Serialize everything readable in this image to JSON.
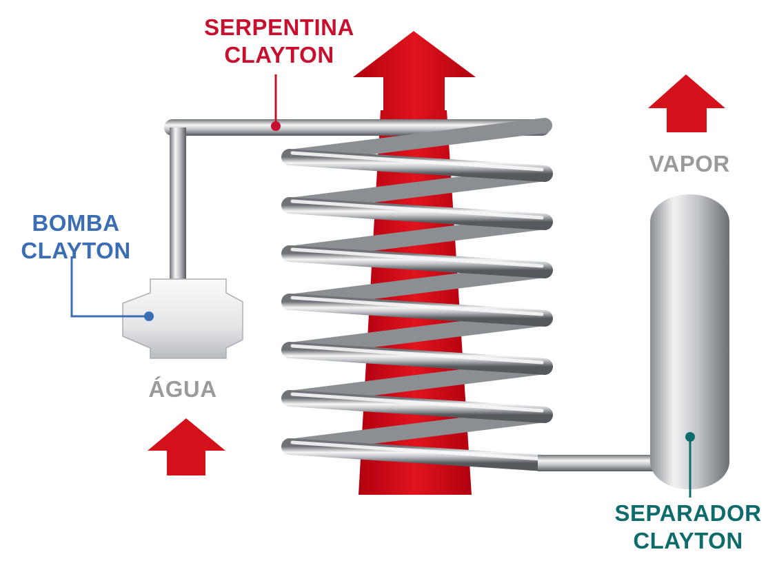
{
  "labels": {
    "serpentina": [
      "SERPENTINA",
      "CLAYTON"
    ],
    "bomba": [
      "BOMBA",
      "CLAYTON"
    ],
    "vapor": "VAPOR",
    "agua": "ÁGUA",
    "separador": [
      "SEPARADOR",
      "CLAYTON"
    ]
  },
  "colors": {
    "serpentina_label": "#c8102e",
    "bomba_label": "#3b6db5",
    "separador_label": "#0e6b6b",
    "neutral_label": "#9a9a9a",
    "flow_arrow": "#d4101a",
    "pipe_metal": "#b4b8bd"
  },
  "icons": {
    "heat_arrow": "up-arrow-icon",
    "vapor_arrow": "up-arrow-icon",
    "water_arrow": "up-arrow-icon"
  }
}
